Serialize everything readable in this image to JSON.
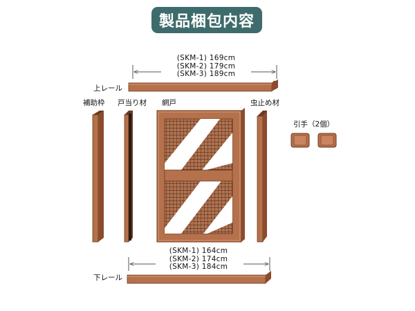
{
  "title": "製品梱包内容",
  "colors": {
    "wood": "#b5714b",
    "wood_dark": "#6b3a22",
    "wood_light": "#d39a75",
    "badge": "#3e6b6b",
    "mesh": "#2b2b2b"
  },
  "upper_rail": {
    "label": "上レール",
    "dims": [
      "(SKM-1) 169cm",
      "(SKM-2) 179cm",
      "(SKM-3) 189cm"
    ]
  },
  "lower_rail": {
    "label": "下レール",
    "dims": [
      "(SKM-1) 164cm",
      "(SKM-2) 174cm",
      "(SKM-3) 184cm"
    ]
  },
  "parts": {
    "hojowaku": "補助枠",
    "toatari": "戸当り材",
    "amido": "網戸",
    "mushidome": "虫止め材",
    "hikite": "引手（2個）"
  }
}
